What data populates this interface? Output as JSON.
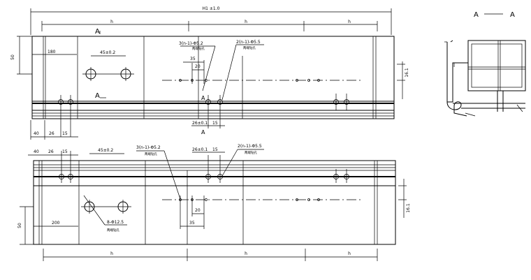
{
  "top_view": {
    "overall": "H1 ±1.0",
    "segment_h": "h",
    "section_a": "A",
    "height_50": "50",
    "dim_180": "180",
    "hole_pitch": "45±0.2",
    "holes_small": "3(n-1)-Φ5.2",
    "holes_small_note": "两端钻孔",
    "holes_large": "2(n-1)-Φ5.5",
    "holes_large_note": "两端钻孔",
    "dim_35": "35",
    "dim_20": "20",
    "dim_26_tol": "26±0.1",
    "dim_15": "15",
    "dim_16_1": "16.1",
    "dim_40": "40",
    "dim_26": "26"
  },
  "bottom_view": {
    "dim_40": "40",
    "dim_26": "26",
    "dim_15": "15",
    "hole_pitch": "45±0.2",
    "holes_small": "3(n-1)-Φ5.2",
    "holes_small_note": "两端钻孔",
    "dim_26_tol": "26±0.1",
    "dim_15b": "15",
    "holes_large": "2(n-1)-Φ5.5",
    "holes_large_note": "两端钻孔",
    "dim_16_1": "16.1",
    "dim_50": "50",
    "dim_200": "200",
    "big_holes": "8-Φ12.5",
    "big_holes_note": "两端钻孔",
    "dim_20": "20",
    "dim_35": "35",
    "segment_h": "h"
  },
  "section": {
    "label_left": "A",
    "label_right": "A"
  }
}
